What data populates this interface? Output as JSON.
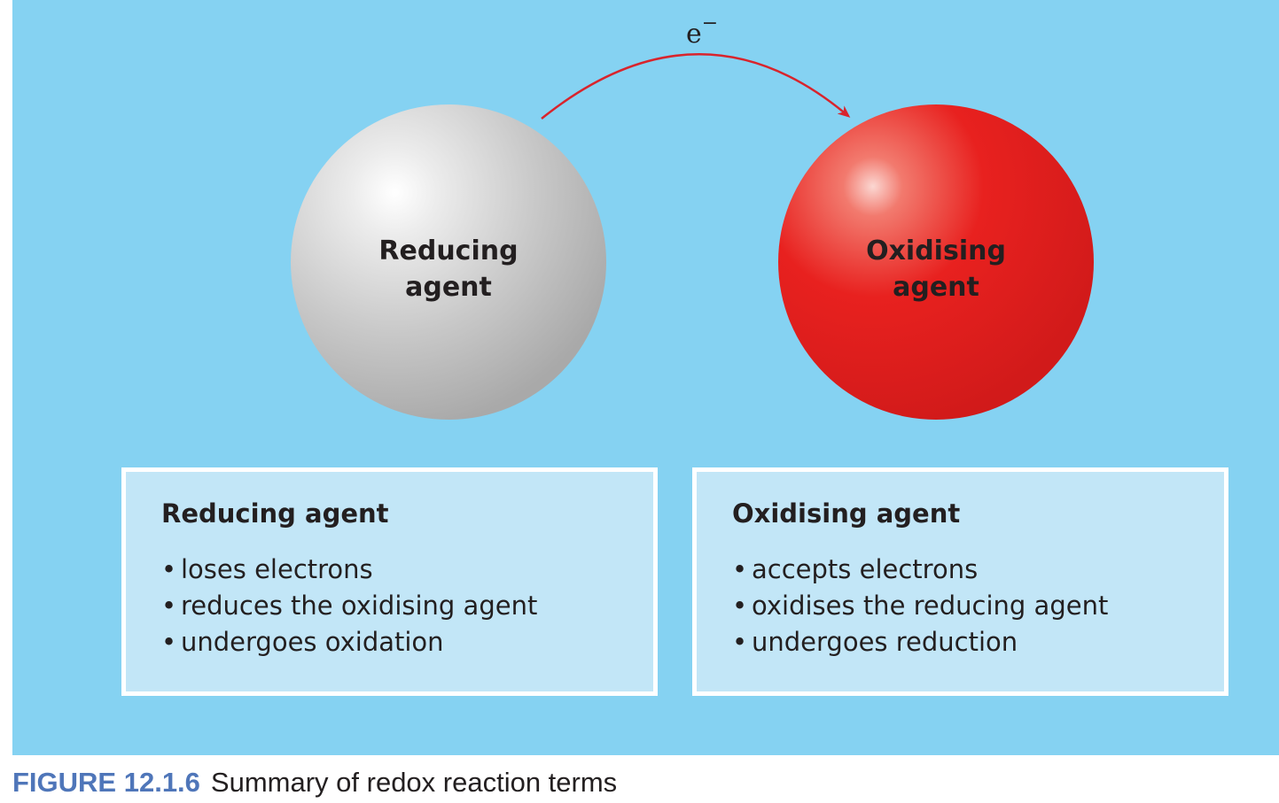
{
  "diagram": {
    "electron_label": "e",
    "electron_charge": "−",
    "left_sphere": {
      "line1": "Reducing",
      "line2": "agent"
    },
    "right_sphere": {
      "line1": "Oxidising",
      "line2": "agent"
    },
    "colors": {
      "background": "#85d2f2",
      "box_fill": "#c2e6f7",
      "arrow": "#d9242c",
      "left_sphere": "#c4c4c4",
      "right_sphere": "#e8211f",
      "caption_number": "#4f76b9"
    }
  },
  "boxes": {
    "left": {
      "title": "Reducing agent",
      "items": [
        "loses electrons",
        "reduces the oxidising agent",
        "undergoes oxidation"
      ]
    },
    "right": {
      "title": "Oxidising agent",
      "items": [
        "accepts electrons",
        "oxidises the reducing agent",
        "undergoes reduction"
      ]
    }
  },
  "caption": {
    "figure_number": "FIGURE 12.1.6",
    "text": "Summary of redox reaction terms"
  }
}
